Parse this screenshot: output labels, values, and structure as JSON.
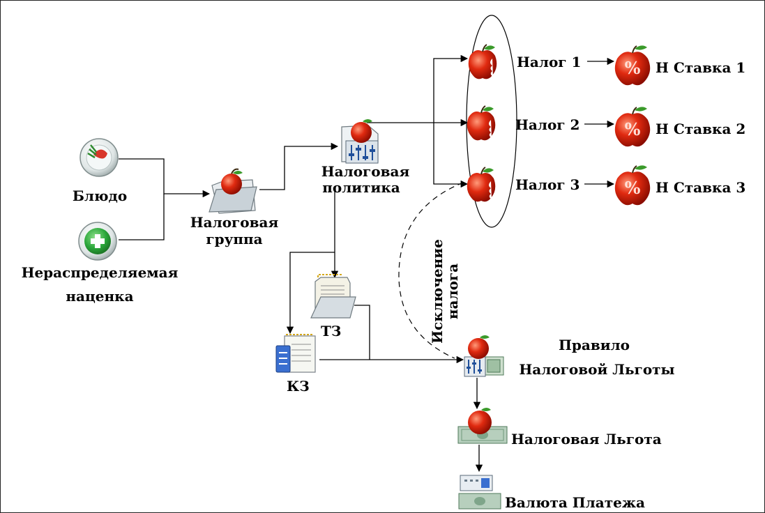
{
  "nodes": {
    "dish": {
      "label": "Блюдо",
      "icon": "dish-icon"
    },
    "markup": {
      "label_line1": "Нераспределяемая",
      "label_line2": "наценка",
      "icon": "plus-circle-icon"
    },
    "tax_group": {
      "label_line1": "Налоговая",
      "label_line2": "группа",
      "icon": "folder-apple-icon"
    },
    "tax_policy": {
      "label_line1": "Налоговая",
      "label_line2": "политика",
      "icon": "policy-apple-icon"
    },
    "tax1": {
      "label": "Налог 1",
      "icon": "bitten-apple-icon"
    },
    "tax2": {
      "label": "Налог 2",
      "icon": "bitten-apple-icon"
    },
    "tax3": {
      "label": "Налог 3",
      "icon": "bitten-apple-icon"
    },
    "rate1": {
      "label": "Н Ставка 1",
      "icon": "percent-apple-icon"
    },
    "rate2": {
      "label": "Н Ставка 2",
      "icon": "percent-apple-icon"
    },
    "rate3": {
      "label": "Н Ставка 3",
      "icon": "percent-apple-icon"
    },
    "tz": {
      "label": "ТЗ",
      "icon": "open-folder-icon"
    },
    "kz": {
      "label": "КЗ",
      "icon": "document-icon"
    },
    "rule": {
      "label_line1": "Правило",
      "label_line2": "Налоговой Льготы",
      "icon": "rule-apple-icon"
    },
    "benefit": {
      "label": "Налоговая Льгота",
      "icon": "money-apple-icon"
    },
    "currency": {
      "label": "Валюта Платежа",
      "icon": "currency-icon"
    }
  },
  "edges": {
    "exclusion_label_line1": "Исключение",
    "exclusion_label_line2": "налога"
  },
  "colors": {
    "apple_red": "#e02a10",
    "apple_dark": "#8a0c00",
    "green_plus": "#2aa63a",
    "money_green": "#7fa58a",
    "doc_blue": "#3a6fd0"
  }
}
